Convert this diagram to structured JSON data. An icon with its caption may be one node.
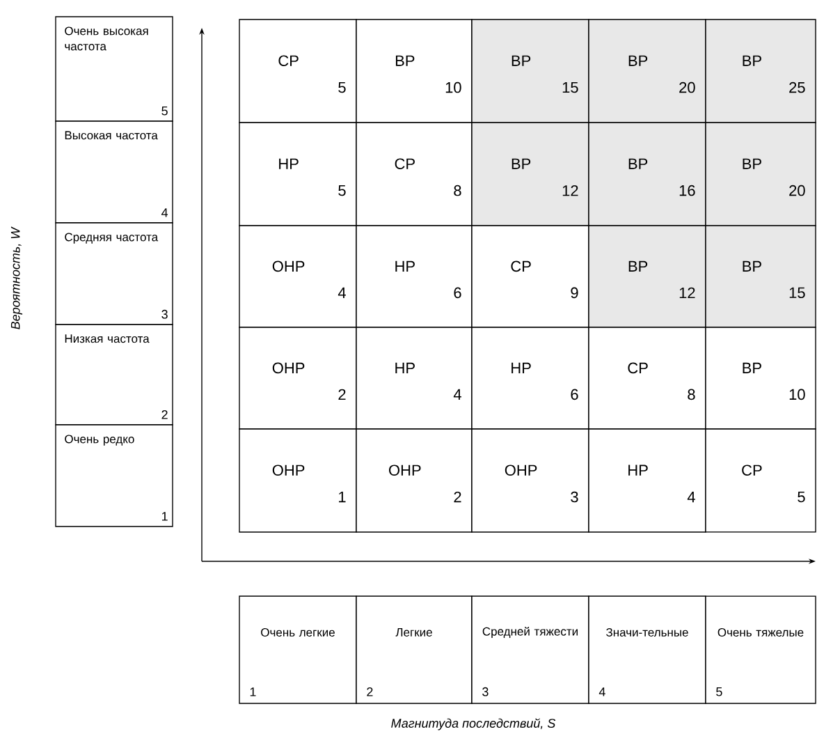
{
  "diagram": {
    "nodes": [
      {
        "text": [
          "Очень высокая частота",
          "5"
        ]
      },
      {
        "text": [
          "Высокая частота",
          "4"
        ]
      },
      {
        "text": [
          "Средняя частота",
          "3"
        ]
      },
      {
        "text": [
          "Низкая частота",
          "2"
        ]
      },
      {
        "text": [
          "Очень редко",
          "1"
        ]
      },
      {
        "text": [
          "СР",
          "5"
        ]
      },
      {
        "text": [
          "ВР",
          "10"
        ]
      },
      {
        "text": [
          "ВР",
          "15"
        ]
      },
      {
        "text": [
          "ВР",
          "20"
        ]
      },
      {
        "text": [
          "ВР",
          "25"
        ]
      },
      {
        "text": [
          "НР",
          "5"
        ]
      },
      {
        "text": [
          "СР",
          "8"
        ]
      },
      {
        "text": [
          "ВР",
          "12"
        ]
      },
      {
        "text": [
          "ВР",
          "16"
        ]
      },
      {
        "text": [
          "ВР",
          "20"
        ]
      },
      {
        "text": [
          "ОНР",
          "4"
        ]
      },
      {
        "text": [
          "НР",
          "6"
        ]
      },
      {
        "text": [
          "СР",
          "9"
        ]
      },
      {
        "text": [
          "ВР",
          "12"
        ]
      },
      {
        "text": [
          "ВР",
          "15"
        ]
      },
      {
        "text": [
          "ОНР",
          "2"
        ]
      },
      {
        "text": [
          "НР",
          "4"
        ]
      },
      {
        "text": [
          "НР",
          "6"
        ]
      },
      {
        "text": [
          "СР",
          "8"
        ]
      },
      {
        "text": [
          "ВР",
          "10"
        ]
      },
      {
        "text": [
          "ОНР",
          "1"
        ]
      },
      {
        "text": [
          "ОНР",
          "2"
        ]
      },
      {
        "text": [
          "ОНР",
          "3"
        ]
      },
      {
        "text": [
          "НР",
          "4"
        ]
      },
      {
        "text": [
          "СР",
          "5"
        ]
      },
      {
        "text": [
          "Очень легкие",
          "1"
        ]
      },
      {
        "text": [
          "Легкие",
          "2"
        ]
      },
      {
        "text": [
          "Средней тяжести",
          "3"
        ]
      },
      {
        "text": [
          "Значи-тельные",
          "4"
        ]
      },
      {
        "text": [
          "Очень тяжелые",
          "5"
        ]
      }
    ],
    "labels": [
      "Вероятность, W",
      "Магнитуда последствий, S"
    ]
  }
}
